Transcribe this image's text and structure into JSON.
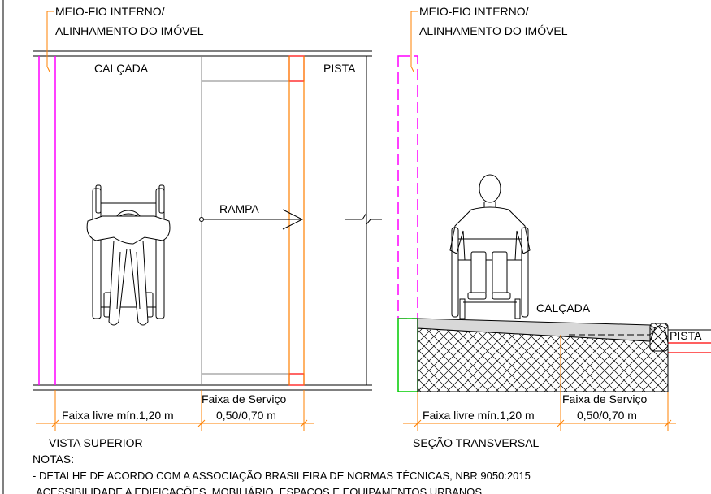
{
  "top_view": {
    "inner_curb_label_line1": "MEIO-FIO INTERNO/",
    "inner_curb_label_line2": "ALINHAMENTO DO IMÓVEL",
    "sidewalk_label": "CALÇADA",
    "road_label": "PISTA",
    "ramp_label": "RAMPA",
    "free_strip_label": "Faixa livre mín.1,20 m",
    "service_strip_label_line1": "Faixa de Serviço",
    "service_strip_label_line2": "0,50/0,70 m",
    "view_title": "VISTA SUPERIOR"
  },
  "section_view": {
    "inner_curb_label_line1": "MEIO-FIO INTERNO/",
    "inner_curb_label_line2": "ALINHAMENTO DO IMÓVEL",
    "sidewalk_label": "CALÇADA",
    "road_label": "PISTA",
    "free_strip_label": "Faixa livre mín.1,20 m",
    "service_strip_label_line1": "Faixa de Serviço",
    "service_strip_label_line2": "0,50/0,70 m",
    "view_title": "SEÇÃO TRANSVERSAL"
  },
  "notes": {
    "heading": "NOTAS:",
    "line1": "- DETALHE DE ACORDO COM A ASSOCIAÇÃO BRASILEIRA DE NORMAS TÉCNICAS, NBR 9050:2015",
    "line2": "ACESSIBILIDADE A EDIFICAÇÕES, MOBILIÁRIO, ESPAÇOS E EQUIPAMENTOS URBANOS"
  },
  "colors": {
    "line": "#000000",
    "magenta": "#ff00ff",
    "orange": "#ff8000",
    "red": "#ff0000",
    "green": "#00cc00",
    "gray": "#808080"
  }
}
